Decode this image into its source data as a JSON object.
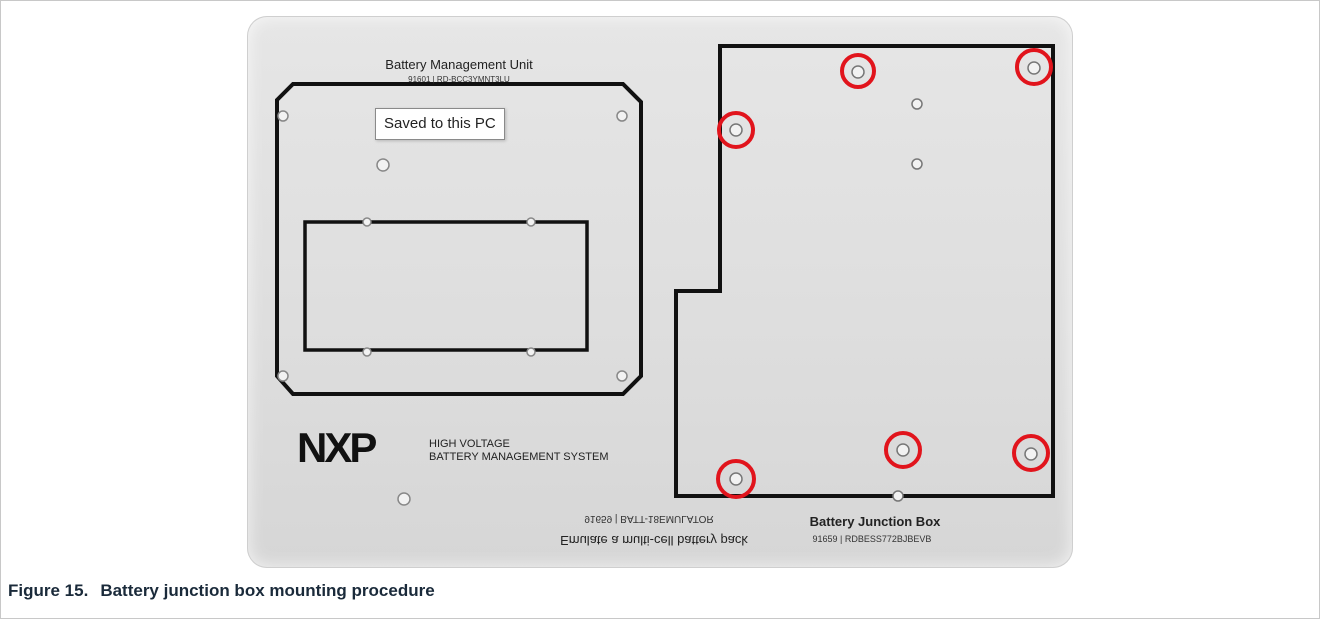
{
  "photo": {
    "bmu": {
      "title": "Battery Management Unit",
      "part_partial": "91601 | RD-BCC3YMNT3LU"
    },
    "logo": {
      "brand": "NXP",
      "line1": "HIGH VOLTAGE",
      "line2": "BATTERY MANAGEMENT SYSTEM"
    },
    "emulator": {
      "mirrored_top": "91659 | BATT-18EMULATOR",
      "mirrored_bottom": "Emulate a multi-cell battery pack"
    },
    "bjb": {
      "title": "Battery Junction Box",
      "part": "91659 | RDBESS772BJBEVB"
    },
    "highlight_color": "#e1141c"
  },
  "tooltip": {
    "text": "Saved to this PC"
  },
  "caption": {
    "number": "Figure 15.",
    "title": "Battery junction box mounting procedure"
  }
}
